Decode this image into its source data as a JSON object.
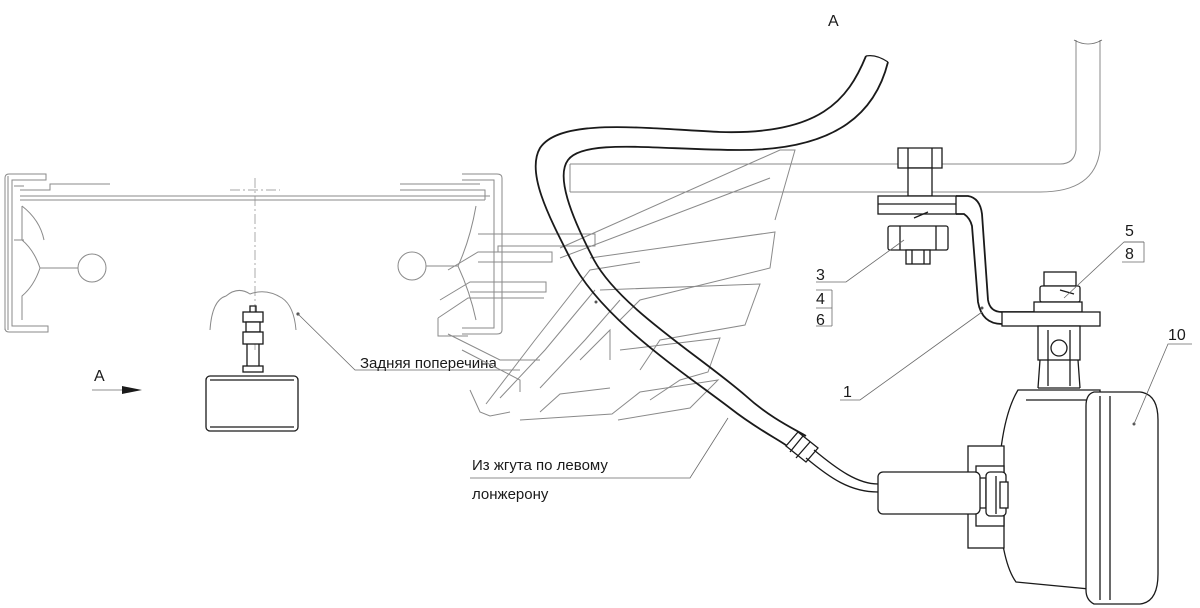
{
  "view_labels": {
    "view_top": "А",
    "view_left": "А"
  },
  "captions": {
    "rear_crossmember": "Задняя поперечина",
    "harness_line1": "Из жгута по левому",
    "harness_line2": "лонжерону"
  },
  "callouts": {
    "c1": "1",
    "c3": "3",
    "c4": "4",
    "c5": "5",
    "c6": "6",
    "c8": "8",
    "c10": "10"
  }
}
